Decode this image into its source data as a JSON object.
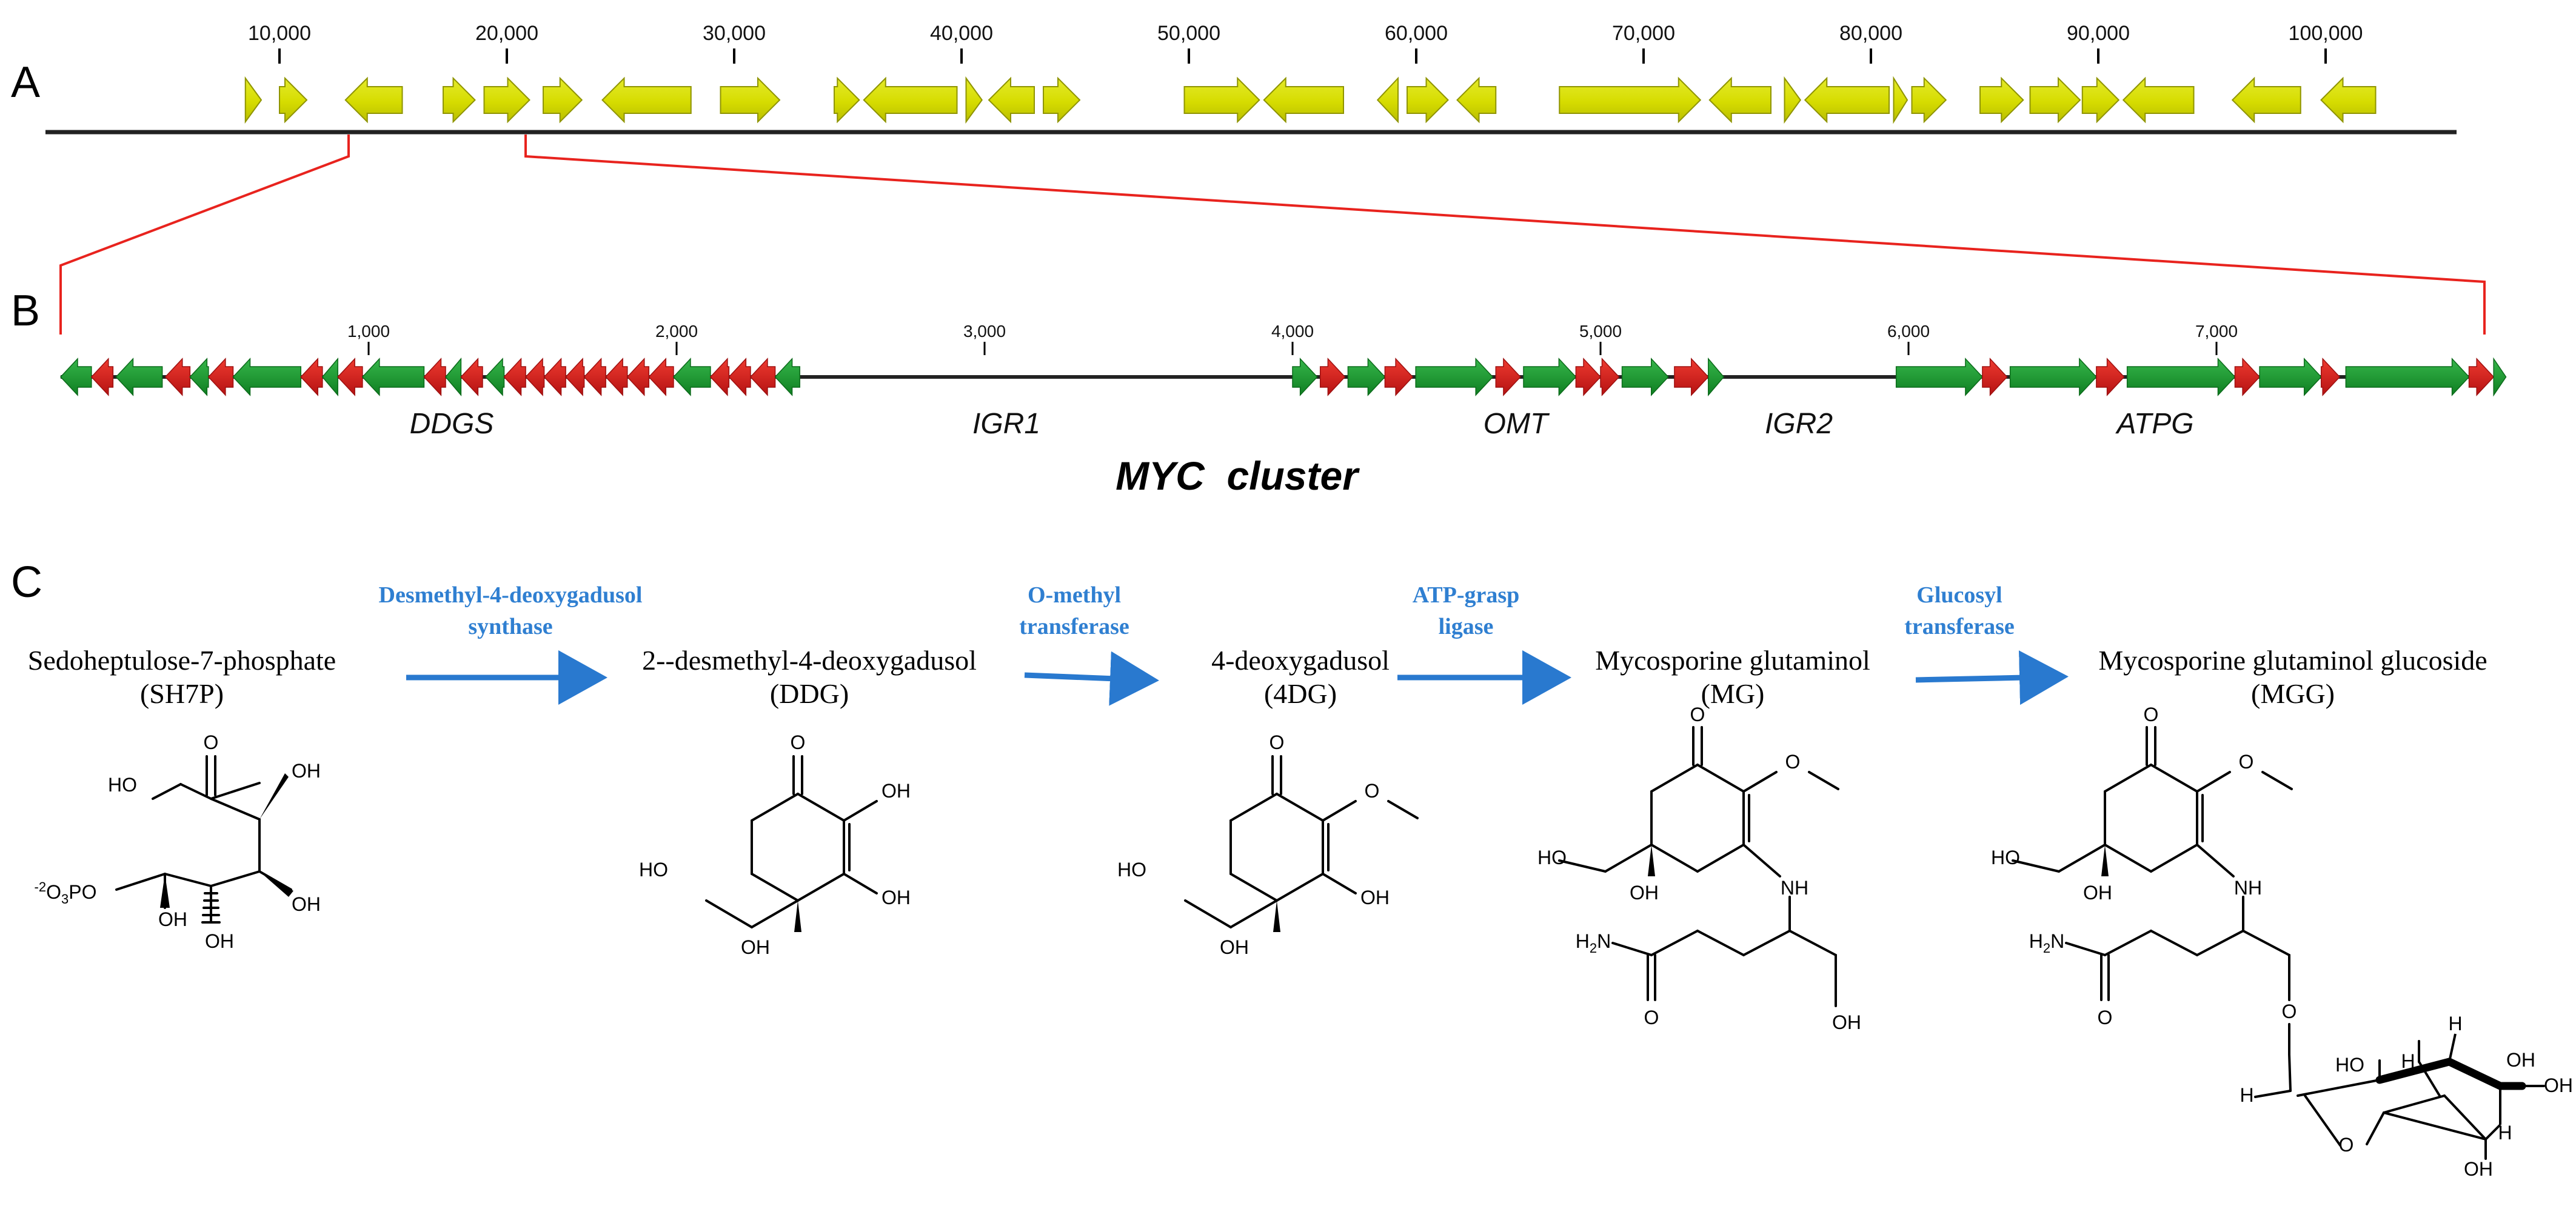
{
  "panels": {
    "a": "A",
    "b": "B",
    "c": "C"
  },
  "panel_a": {
    "tick_labels": [
      "10,000",
      "20,000",
      "30,000",
      "40,000",
      "50,000",
      "60,000",
      "70,000",
      "80,000",
      "90,000",
      "100,000"
    ],
    "genes": [
      {
        "start": 8500,
        "end": 9200,
        "dir": "+"
      },
      {
        "start": 10000,
        "end": 11200,
        "dir": "+"
      },
      {
        "start": 12900,
        "end": 15400,
        "dir": "-"
      },
      {
        "start": 17200,
        "end": 18600,
        "dir": "+"
      },
      {
        "start": 19000,
        "end": 21000,
        "dir": "+"
      },
      {
        "start": 21600,
        "end": 23300,
        "dir": "+"
      },
      {
        "start": 24200,
        "end": 28100,
        "dir": "-"
      },
      {
        "start": 29400,
        "end": 32000,
        "dir": "+"
      },
      {
        "start": 34400,
        "end": 35500,
        "dir": "+"
      },
      {
        "start": 35700,
        "end": 39800,
        "dir": "-"
      },
      {
        "start": 40200,
        "end": 40900,
        "dir": "+"
      },
      {
        "start": 41200,
        "end": 43200,
        "dir": "-"
      },
      {
        "start": 43600,
        "end": 45200,
        "dir": "+"
      },
      {
        "start": 49800,
        "end": 53100,
        "dir": "+"
      },
      {
        "start": 53300,
        "end": 56800,
        "dir": "-"
      },
      {
        "start": 58300,
        "end": 59200,
        "dir": "-"
      },
      {
        "start": 59600,
        "end": 61400,
        "dir": "+"
      },
      {
        "start": 61800,
        "end": 63500,
        "dir": "-"
      },
      {
        "start": 66300,
        "end": 72500,
        "dir": "+"
      },
      {
        "start": 72900,
        "end": 75600,
        "dir": "-"
      },
      {
        "start": 76200,
        "end": 76900,
        "dir": "+"
      },
      {
        "start": 77100,
        "end": 80800,
        "dir": "-"
      },
      {
        "start": 81000,
        "end": 81600,
        "dir": "+"
      },
      {
        "start": 81800,
        "end": 83300,
        "dir": "+"
      },
      {
        "start": 84800,
        "end": 86700,
        "dir": "+"
      },
      {
        "start": 87000,
        "end": 89200,
        "dir": "+"
      },
      {
        "start": 89300,
        "end": 90900,
        "dir": "+"
      },
      {
        "start": 91100,
        "end": 94200,
        "dir": "-"
      },
      {
        "start": 95900,
        "end": 98900,
        "dir": "-"
      },
      {
        "start": 99800,
        "end": 102200,
        "dir": "-"
      }
    ]
  },
  "panel_b": {
    "tick_labels": [
      "1,000",
      "2,000",
      "3,000",
      "4,000",
      "5,000",
      "6,000",
      "7,000"
    ],
    "region_labels": [
      "DDGS",
      "IGR1",
      "OMT",
      "IGR2",
      "ATPG"
    ],
    "cluster_title": "MYC  cluster",
    "genes": [
      {
        "start": 0,
        "end": 100,
        "dir": "-",
        "color": "green"
      },
      {
        "start": 100,
        "end": 170,
        "dir": "-",
        "color": "red"
      },
      {
        "start": 180,
        "end": 330,
        "dir": "-",
        "color": "green"
      },
      {
        "start": 340,
        "end": 420,
        "dir": "-",
        "color": "red"
      },
      {
        "start": 420,
        "end": 480,
        "dir": "-",
        "color": "green"
      },
      {
        "start": 480,
        "end": 560,
        "dir": "-",
        "color": "red"
      },
      {
        "start": 560,
        "end": 780,
        "dir": "-",
        "color": "green"
      },
      {
        "start": 780,
        "end": 850,
        "dir": "-",
        "color": "red"
      },
      {
        "start": 850,
        "end": 900,
        "dir": "-",
        "color": "green"
      },
      {
        "start": 900,
        "end": 980,
        "dir": "-",
        "color": "red"
      },
      {
        "start": 980,
        "end": 1180,
        "dir": "-",
        "color": "green"
      },
      {
        "start": 1180,
        "end": 1250,
        "dir": "-",
        "color": "red"
      },
      {
        "start": 1250,
        "end": 1300,
        "dir": "-",
        "color": "green"
      },
      {
        "start": 1300,
        "end": 1370,
        "dir": "-",
        "color": "red"
      },
      {
        "start": 1380,
        "end": 1440,
        "dir": "-",
        "color": "green"
      },
      {
        "start": 1440,
        "end": 1510,
        "dir": "-",
        "color": "red"
      },
      {
        "start": 1510,
        "end": 1570,
        "dir": "-",
        "color": "red"
      },
      {
        "start": 1570,
        "end": 1640,
        "dir": "-",
        "color": "red"
      },
      {
        "start": 1640,
        "end": 1700,
        "dir": "-",
        "color": "red"
      },
      {
        "start": 1700,
        "end": 1770,
        "dir": "-",
        "color": "red"
      },
      {
        "start": 1770,
        "end": 1840,
        "dir": "-",
        "color": "red"
      },
      {
        "start": 1840,
        "end": 1910,
        "dir": "-",
        "color": "red"
      },
      {
        "start": 1910,
        "end": 1990,
        "dir": "-",
        "color": "red"
      },
      {
        "start": 1990,
        "end": 2110,
        "dir": "-",
        "color": "green"
      },
      {
        "start": 2110,
        "end": 2170,
        "dir": "-",
        "color": "red"
      },
      {
        "start": 2170,
        "end": 2240,
        "dir": "-",
        "color": "red"
      },
      {
        "start": 2240,
        "end": 2320,
        "dir": "-",
        "color": "red"
      },
      {
        "start": 2320,
        "end": 2400,
        "dir": "-",
        "color": "green"
      },
      {
        "start": 4000,
        "end": 4080,
        "dir": "+",
        "color": "green"
      },
      {
        "start": 4090,
        "end": 4170,
        "dir": "+",
        "color": "red"
      },
      {
        "start": 4180,
        "end": 4300,
        "dir": "+",
        "color": "green"
      },
      {
        "start": 4300,
        "end": 4390,
        "dir": "+",
        "color": "red"
      },
      {
        "start": 4400,
        "end": 4650,
        "dir": "+",
        "color": "green"
      },
      {
        "start": 4660,
        "end": 4740,
        "dir": "+",
        "color": "red"
      },
      {
        "start": 4750,
        "end": 4920,
        "dir": "+",
        "color": "green"
      },
      {
        "start": 4920,
        "end": 5000,
        "dir": "+",
        "color": "red"
      },
      {
        "start": 5000,
        "end": 5060,
        "dir": "+",
        "color": "red"
      },
      {
        "start": 5070,
        "end": 5220,
        "dir": "+",
        "color": "green"
      },
      {
        "start": 5240,
        "end": 5350,
        "dir": "+",
        "color": "red"
      },
      {
        "start": 5350,
        "end": 5400,
        "dir": "+",
        "color": "green"
      },
      {
        "start": 5960,
        "end": 6240,
        "dir": "+",
        "color": "green"
      },
      {
        "start": 6240,
        "end": 6320,
        "dir": "+",
        "color": "red"
      },
      {
        "start": 6330,
        "end": 6610,
        "dir": "+",
        "color": "green"
      },
      {
        "start": 6610,
        "end": 6700,
        "dir": "+",
        "color": "red"
      },
      {
        "start": 6710,
        "end": 7060,
        "dir": "+",
        "color": "green"
      },
      {
        "start": 7060,
        "end": 7140,
        "dir": "+",
        "color": "red"
      },
      {
        "start": 7140,
        "end": 7340,
        "dir": "+",
        "color": "green"
      },
      {
        "start": 7340,
        "end": 7400,
        "dir": "+",
        "color": "red"
      },
      {
        "start": 7420,
        "end": 7820,
        "dir": "+",
        "color": "green"
      },
      {
        "start": 7820,
        "end": 7900,
        "dir": "+",
        "color": "red"
      },
      {
        "start": 7900,
        "end": 7940,
        "dir": "+",
        "color": "green"
      }
    ]
  },
  "panel_c": {
    "enzymes": [
      {
        "line1": "Desmethyl-4-deoxygadusol",
        "line2": "synthase"
      },
      {
        "line1": "O-methyl",
        "line2": "transferase"
      },
      {
        "line1": "ATP-grasp",
        "line2": "ligase"
      },
      {
        "line1": "Glucosyl",
        "line2": "transferase"
      }
    ],
    "compounds": [
      {
        "name": "Sedoheptulose-7-phosphate",
        "abbr": "(SH7P)"
      },
      {
        "name": "2--desmethyl-4-deoxygadusol",
        "abbr": "(DDG)"
      },
      {
        "name": "4-deoxygadusol",
        "abbr": "(4DG)"
      },
      {
        "name": "Mycosporine glutaminol",
        "abbr": "(MG)"
      },
      {
        "name": "Mycosporine glutaminol glucoside",
        "abbr": "(MGG)"
      }
    ],
    "atoms": {
      "sh7p": {
        "ho": "HO",
        "o": "O",
        "oh1": "OH",
        "oh2": "OH",
        "oh3": "OH",
        "oh4": "OH",
        "po": "PO"
      },
      "ddg": {
        "o": "O",
        "oh1": "OH",
        "oh2": "OH",
        "ho": "HO",
        "oh3": "OH"
      },
      "dg4": {
        "o": "O",
        "ho": "HO",
        "oh1": "OH",
        "oh2": "OH"
      },
      "mg": {
        "o": "O",
        "ho": "HO",
        "oh1": "OH",
        "nh": "NH",
        "o2": "O",
        "oh2": "OH"
      },
      "mgg": {
        "o": "O",
        "ho": "HO",
        "oh1": "OH",
        "nh": "NH",
        "o2": "O",
        "o3": "O",
        "o4": "O",
        "h1": "H",
        "h2": "H",
        "h3": "H",
        "h4": "H",
        "oh2": "OH",
        "oh3": "OH",
        "oh4": "OH",
        "ho2": "HO"
      }
    }
  },
  "colors": {
    "yellow_fill": "#d6dc00",
    "yellow_stroke": "#8f9400",
    "green_fill": "#1a9a30",
    "red_fill": "#d81e1e",
    "zoom_line": "#e8231e",
    "arrow_blue": "#2979cf",
    "enzyme_blue": "#2f7fd1"
  }
}
